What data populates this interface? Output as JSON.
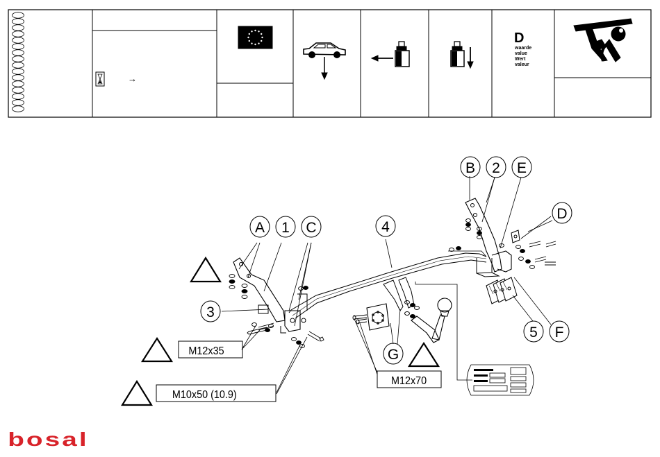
{
  "header": {
    "d_letter": "D",
    "d_values": [
      "waarde",
      "value",
      "Wert",
      "valeur"
    ],
    "arrow_glyph": "→"
  },
  "parts": {
    "letters": [
      "A",
      "B",
      "C",
      "D",
      "E",
      "F",
      "G"
    ],
    "numbers": [
      "1",
      "2",
      "3",
      "4",
      "5"
    ]
  },
  "bolts": {
    "m12x35": "M12x35",
    "m12x70": "M12x70",
    "m10x50": "M10x50 (10.9)"
  },
  "brand": {
    "logo_text": "bosal",
    "color": "#d8232a"
  },
  "colors": {
    "line": "#000000",
    "flag_blue": "#000000",
    "flag_stars": "#ffffff"
  },
  "icons": [
    "eu-flag-icon",
    "car-load-icon",
    "horizontal-load-icon",
    "vertical-load-icon",
    "d-value-icon",
    "towbar-icon",
    "hourglass-icon",
    "warning-triangle-icon"
  ]
}
